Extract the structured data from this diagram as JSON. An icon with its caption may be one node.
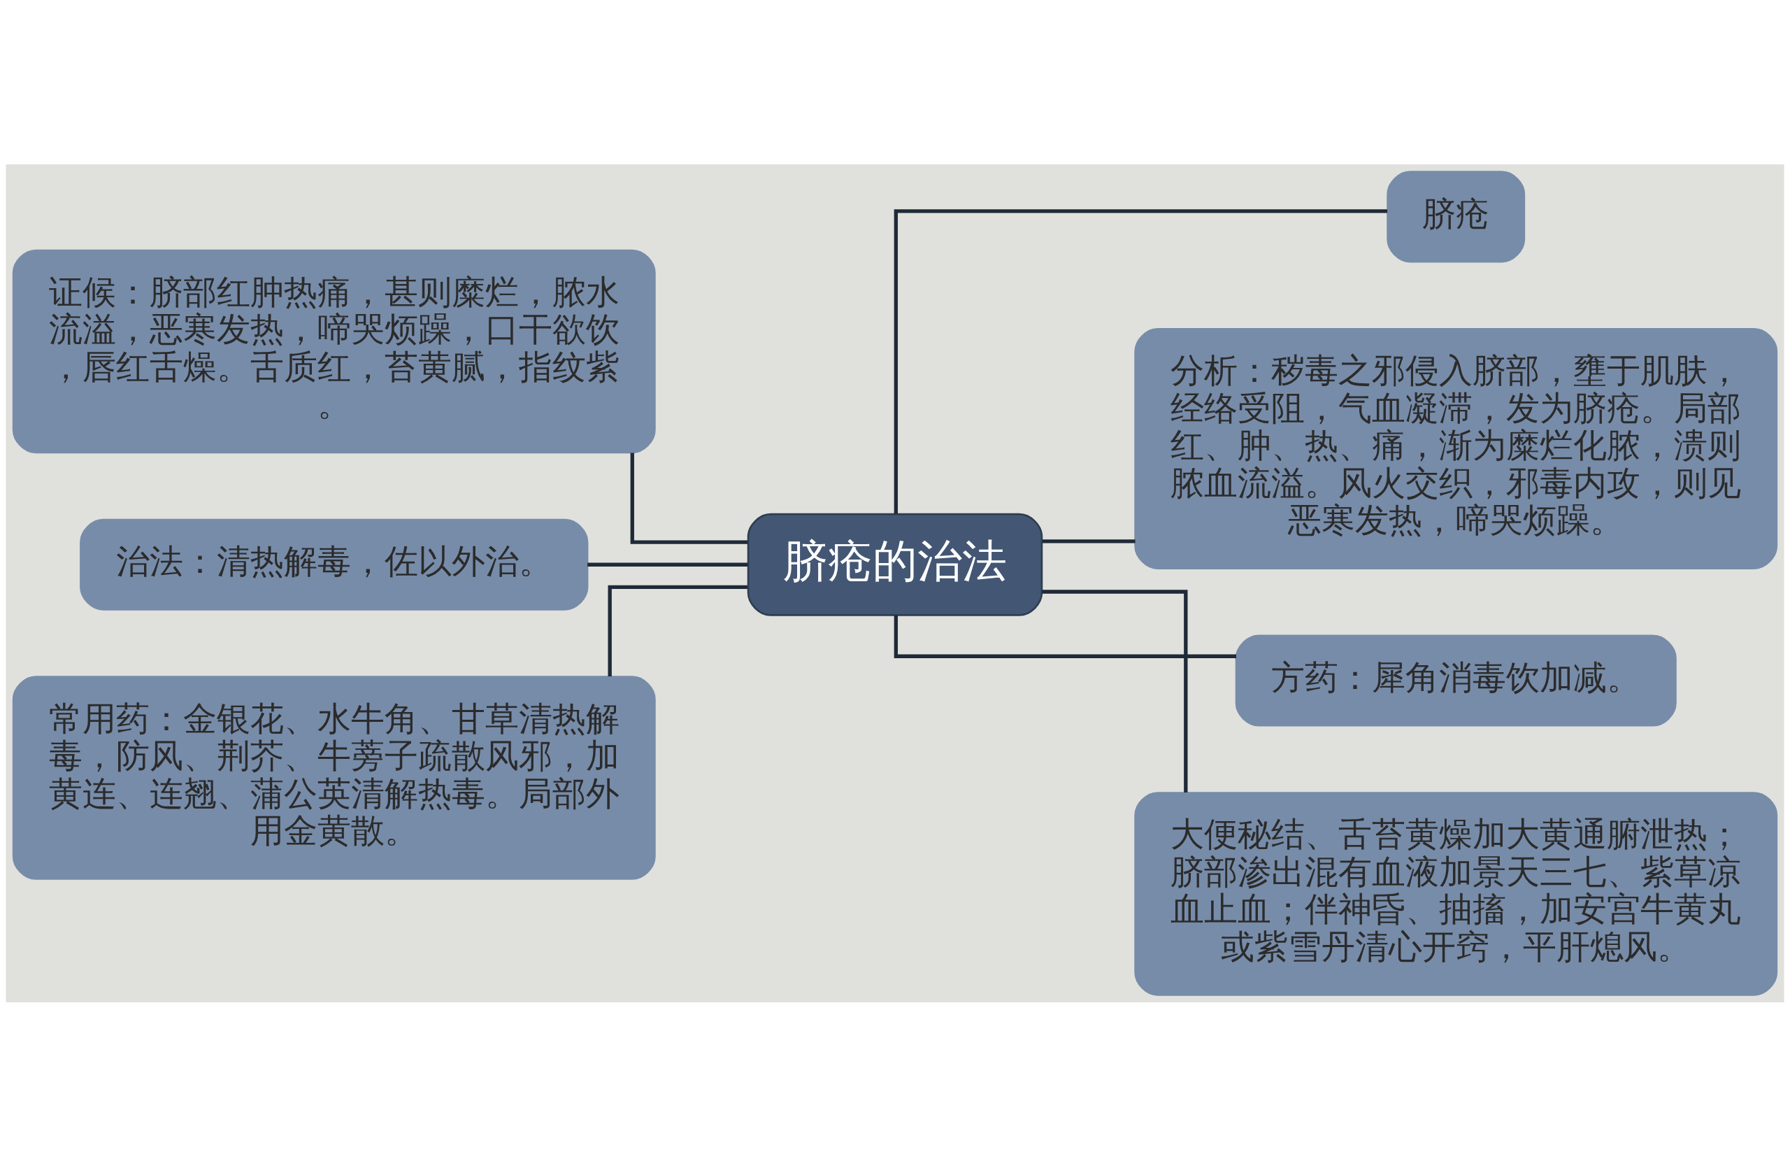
{
  "diagram": {
    "nodes": [
      {
        "text": [
          "脐疮的治法"
        ]
      },
      {
        "text": [
          "证候：脐部红肿热痛，甚则糜烂，脓水流溢，恶寒发热，啼哭烦躁，口干欲饮，唇红舌燥。舌质红，苔黄腻，指纹紫。"
        ]
      },
      {
        "text": [
          "治法：清热解毒，佐以外治。"
        ]
      },
      {
        "text": [
          "常用药：金银花、水牛角、甘草清热解毒，防风、荆芥、牛蒡子疏散风邪，加黄连、连翘、蒲公英清解热毒。局部外用金黄散。"
        ]
      },
      {
        "text": [
          "脐疮"
        ]
      },
      {
        "text": [
          "分析：秽毒之邪侵入脐部，壅于肌肤，经络受阻，气血凝滞，发为脐疮。局部红、肿、热、痛，渐为糜烂化脓，溃则脓血流溢。风火交织，邪毒内攻，则见恶寒发热，啼哭烦躁。"
        ]
      },
      {
        "text": [
          "方药：犀角消毒饮加减。"
        ]
      },
      {
        "text": [
          "大便秘结、舌苔黄燥加大黄通腑泄热；脐部渗出混有血液加景天三七、紫草凉血止血；伴神昏、抽搐，加安宫牛黄丸或紫雪丹清心开窍，平肝熄风。"
        ]
      }
    ],
    "edges": [
      {
        "from": 0,
        "to": 1,
        "arrow": "none"
      },
      {
        "from": 0,
        "to": 2,
        "arrow": "none"
      },
      {
        "from": 0,
        "to": 3,
        "arrow": "none"
      },
      {
        "from": 0,
        "to": 4,
        "arrow": "none"
      },
      {
        "from": 0,
        "to": 5,
        "arrow": "none"
      },
      {
        "from": 0,
        "to": 6,
        "arrow": "none"
      },
      {
        "from": 0,
        "to": 7,
        "arrow": "none"
      }
    ]
  }
}
